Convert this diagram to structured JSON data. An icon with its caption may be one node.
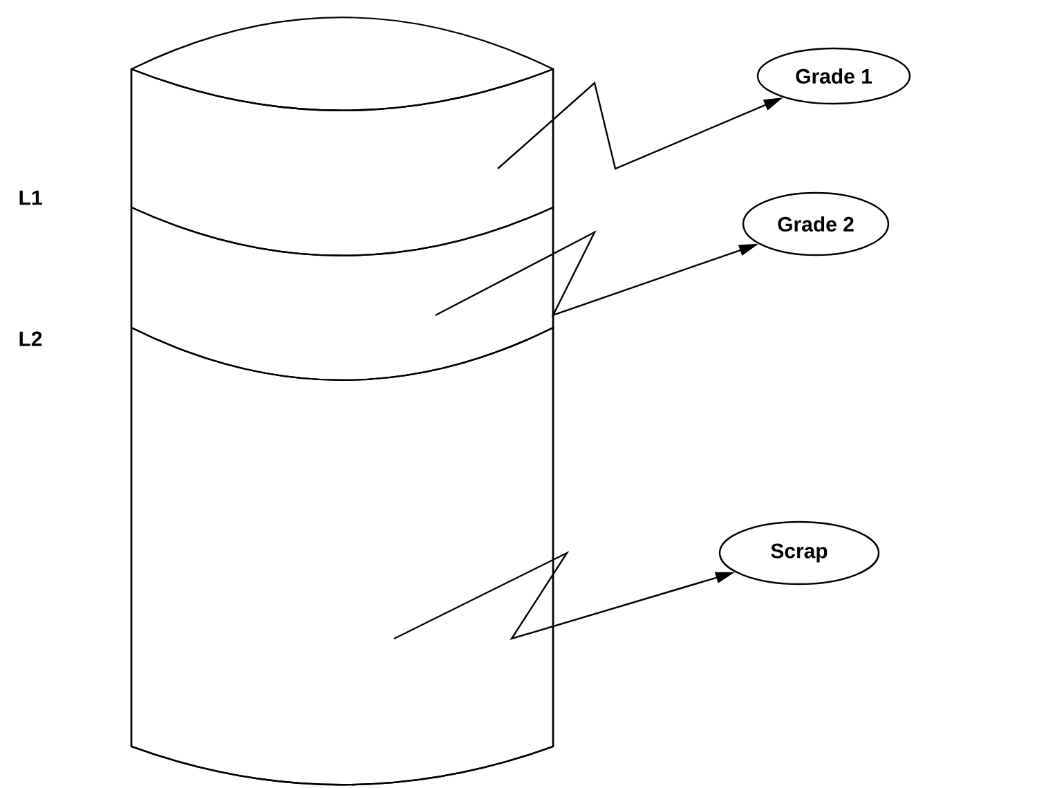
{
  "diagram": {
    "nodes": [
      {
        "text": [],
        "shape": "cylinder"
      },
      {
        "text": [],
        "shape": "band",
        "in": 0
      },
      {
        "text": [],
        "shape": "band",
        "in": 0
      },
      {
        "text": [],
        "shape": "band",
        "in": 0
      },
      {
        "text": [
          "Grade 1"
        ]
      },
      {
        "text": [
          "Grade 2"
        ]
      },
      {
        "text": [
          "Scrap"
        ]
      }
    ],
    "edges": [
      {
        "from": 1,
        "to": 4,
        "arrow": "to"
      },
      {
        "from": 2,
        "to": 5,
        "arrow": "to"
      },
      {
        "from": 3,
        "to": 6,
        "arrow": "to"
      }
    ],
    "labels": [
      "L1",
      "L2"
    ]
  }
}
